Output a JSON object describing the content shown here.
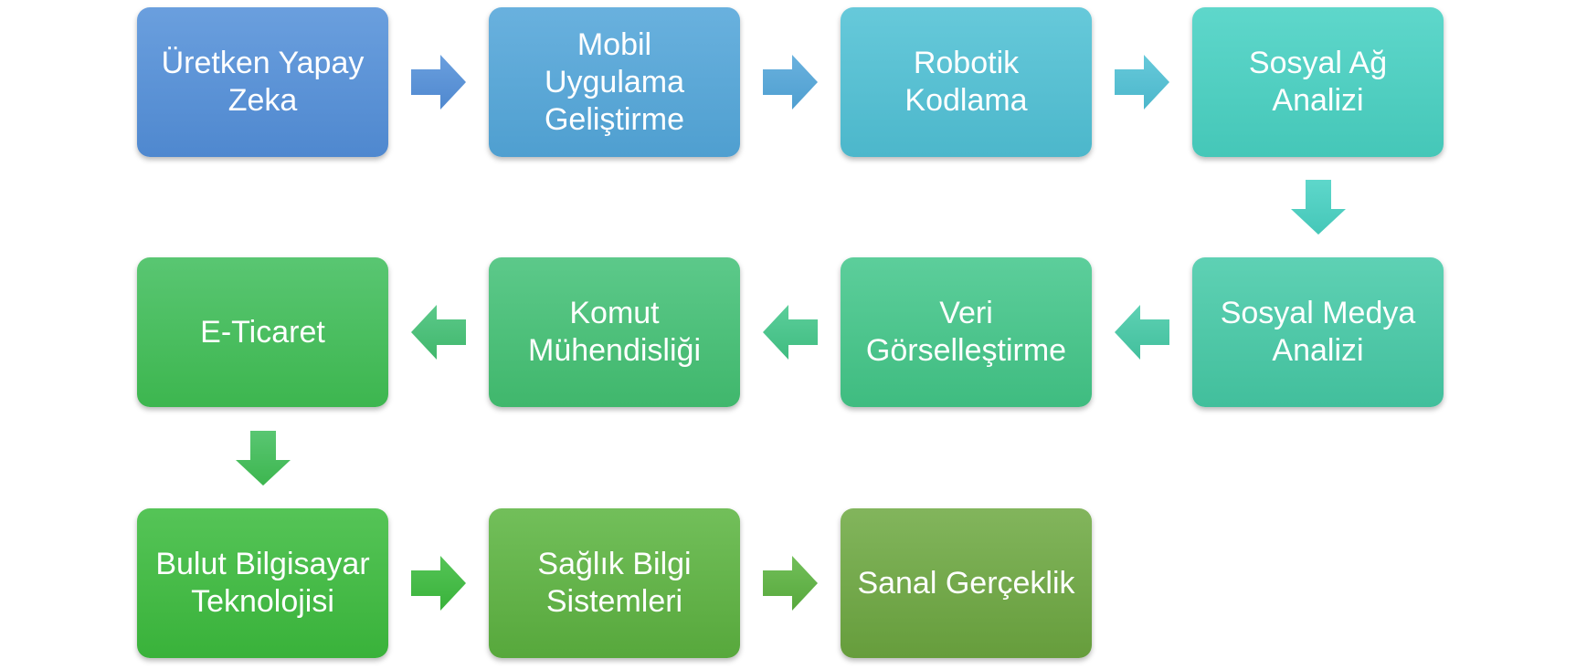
{
  "flow": {
    "nodes": [
      {
        "id": "n1",
        "label": "Üretken Yapay\nZeka",
        "top": "#6a9fde",
        "bottom": "#4f88cf"
      },
      {
        "id": "n2",
        "label": "Mobil\nUygulama\nGeliştirme",
        "top": "#69b1de",
        "bottom": "#4f9fd0"
      },
      {
        "id": "n3",
        "label": "Robotik\nKodlama",
        "top": "#66c9da",
        "bottom": "#4cb7cb"
      },
      {
        "id": "n4",
        "label": "Sosyal Ağ\nAnalizi",
        "top": "#5ed7cb",
        "bottom": "#45c7b8"
      },
      {
        "id": "n5",
        "label": "Sosyal Medya\nAnalizi",
        "top": "#5ed1b4",
        "bottom": "#42bf9c"
      },
      {
        "id": "n6",
        "label": "Veri\nGörselleştirme",
        "top": "#5cce9b",
        "bottom": "#3fbc80"
      },
      {
        "id": "n7",
        "label": "Komut\nMühendisliği",
        "top": "#5cc98a",
        "bottom": "#40b76c"
      },
      {
        "id": "n8",
        "label": "E-Ticaret",
        "top": "#59c672",
        "bottom": "#3db64f"
      },
      {
        "id": "n9",
        "label": "Bulut Bilgisayar\nTeknolojisi",
        "top": "#55c457",
        "bottom": "#39b23a"
      },
      {
        "id": "n10",
        "label": "Sağlık Bilgi\nSistemleri",
        "top": "#72bf5a",
        "bottom": "#57a83c"
      },
      {
        "id": "n11",
        "label": "Sanal Gerçeklik",
        "top": "#82b55c",
        "bottom": "#669d3c"
      }
    ],
    "arrows": [
      {
        "from": "n1",
        "to": "n2",
        "direction": "right",
        "top": "#6a9fde",
        "bottom": "#4f88cf"
      },
      {
        "from": "n2",
        "to": "n3",
        "direction": "right",
        "top": "#69b1de",
        "bottom": "#4f9fd0"
      },
      {
        "from": "n3",
        "to": "n4",
        "direction": "right",
        "top": "#66c9da",
        "bottom": "#4cb7cb"
      },
      {
        "from": "n4",
        "to": "n5",
        "direction": "down",
        "top": "#5ed7cb",
        "bottom": "#45c7b8"
      },
      {
        "from": "n5",
        "to": "n6",
        "direction": "left",
        "top": "#5ed1b4",
        "bottom": "#42bf9c"
      },
      {
        "from": "n6",
        "to": "n7",
        "direction": "left",
        "top": "#5cce9b",
        "bottom": "#3fbc80"
      },
      {
        "from": "n7",
        "to": "n8",
        "direction": "left",
        "top": "#5cc98a",
        "bottom": "#40b76c"
      },
      {
        "from": "n8",
        "to": "n9",
        "direction": "down",
        "top": "#59c672",
        "bottom": "#3db64f"
      },
      {
        "from": "n9",
        "to": "n10",
        "direction": "right",
        "top": "#55c457",
        "bottom": "#39b23a"
      },
      {
        "from": "n10",
        "to": "n11",
        "direction": "right",
        "top": "#72bf5a",
        "bottom": "#57a83c"
      }
    ]
  }
}
